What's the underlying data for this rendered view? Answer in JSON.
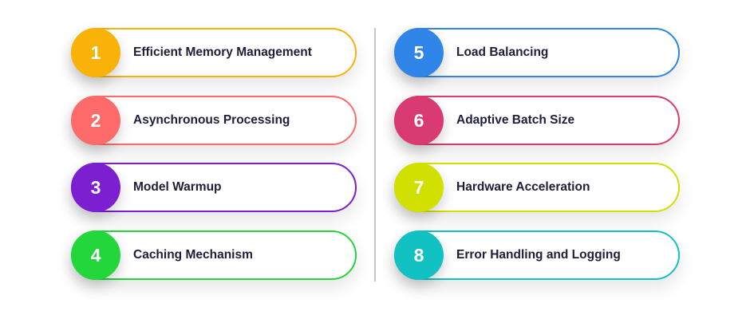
{
  "items": [
    {
      "number": "1",
      "label": "Efficient Memory Management",
      "color": "#F9B208"
    },
    {
      "number": "2",
      "label": "Asynchronous Processing",
      "color": "#FF6B6B"
    },
    {
      "number": "3",
      "label": "Model Warmup",
      "color": "#7B1FD1"
    },
    {
      "number": "4",
      "label": "Caching Mechanism",
      "color": "#22D63B"
    },
    {
      "number": "5",
      "label": "Load Balancing",
      "color": "#2F86E8"
    },
    {
      "number": "6",
      "label": "Adaptive Batch Size",
      "color": "#D93A72"
    },
    {
      "number": "7",
      "label": "Hardware Acceleration",
      "color": "#D2E000"
    },
    {
      "number": "8",
      "label": "Error Handling and Logging",
      "color": "#12C2C2"
    }
  ]
}
